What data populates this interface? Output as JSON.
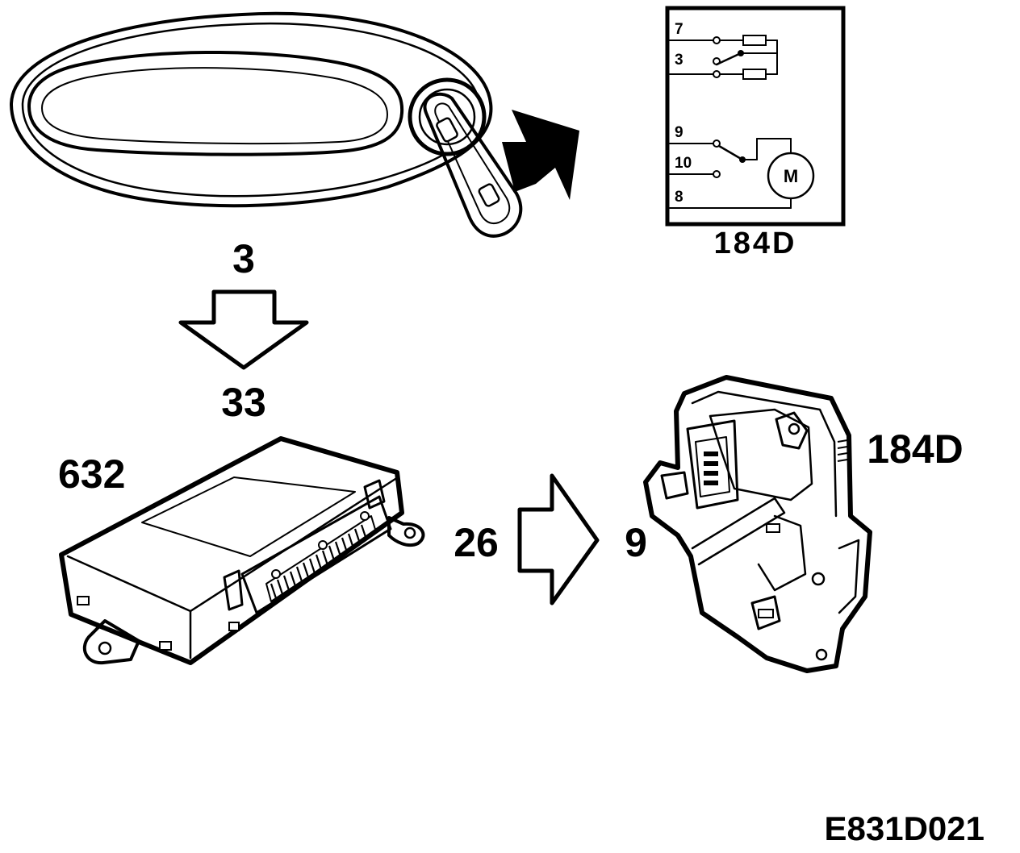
{
  "labels": {
    "signal_from": "3",
    "signal_to": "33",
    "control_unit_id": "632",
    "output_pin": "26",
    "input_pin": "9",
    "lock_unit_id": "184D",
    "schematic_id": "184D",
    "figure_code": "E831D021"
  },
  "schematic": {
    "pins": [
      "7",
      "3",
      "9",
      "10",
      "8"
    ],
    "motor_symbol": "M"
  },
  "icons": [
    "door-handle-icon",
    "arrow-right-icon",
    "arrow-down-icon",
    "control-unit-icon",
    "door-lock-icon"
  ]
}
